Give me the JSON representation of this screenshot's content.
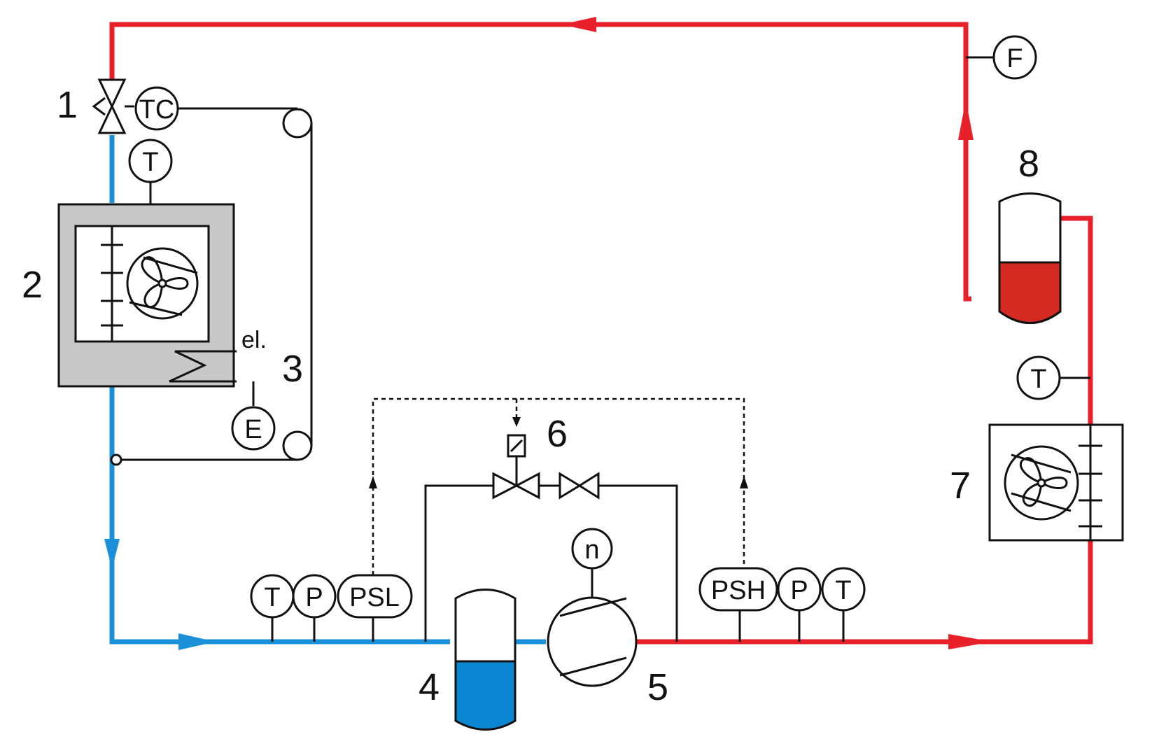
{
  "components": [
    {
      "id": "1",
      "label": "1"
    },
    {
      "id": "2",
      "label": "2"
    },
    {
      "id": "3",
      "label": "3"
    },
    {
      "id": "4",
      "label": "4"
    },
    {
      "id": "5",
      "label": "5"
    },
    {
      "id": "6",
      "label": "6"
    },
    {
      "id": "7",
      "label": "7"
    },
    {
      "id": "8",
      "label": "8"
    }
  ],
  "instruments": {
    "tc": "TC",
    "t_evaporator": "T",
    "e": "E",
    "f": "F",
    "t_condenser": "T",
    "n": "n",
    "t_suction": "T",
    "p_suction": "P",
    "psl": "PSL",
    "psh": "PSH",
    "p_discharge": "P",
    "t_discharge": "T"
  },
  "heater_label": "el.",
  "colors": {
    "hot_line": "#e8202a",
    "cold_line": "#1a90d8",
    "liquid_receiver": "#d42a22",
    "liquid_separator": "#0a86d2",
    "chamber_fill": "#c8c8c8",
    "line": "#111111"
  }
}
